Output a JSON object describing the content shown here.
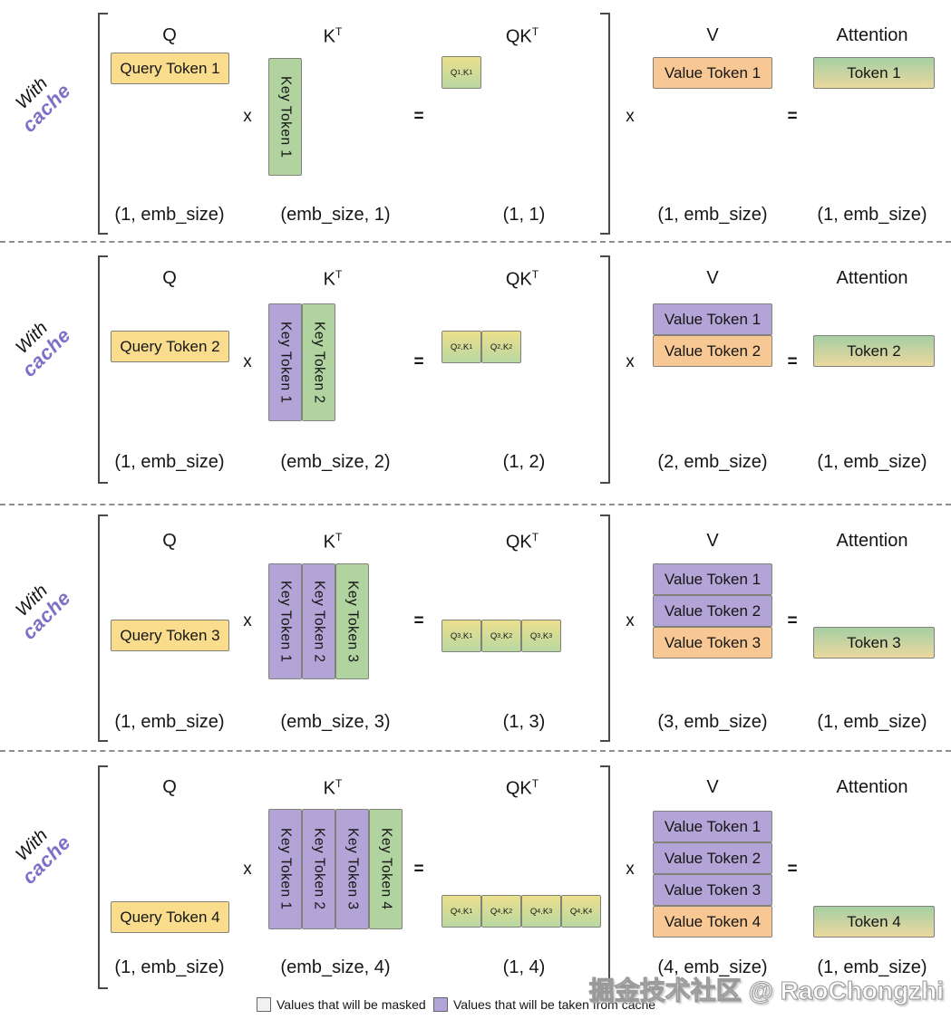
{
  "watermark": {
    "text": "掘金技术社区 @ RaoChongzhi"
  },
  "legend": {
    "masked_label": "Values that will be masked",
    "cache_label": "Values that will be taken from cache"
  },
  "colors": {
    "query_fill": "#f9dd8d",
    "key_new_fill": "#b0d3a0",
    "cached_fill": "#b2a4d6",
    "value_new_fill": "#f8c894",
    "qk_gradient_top": "#ebdf8c",
    "qk_gradient_bottom": "#b9d8a1",
    "attn_gradient_top": "#a5cfa3",
    "attn_gradient_bottom": "#ecd89f",
    "masked_fill": "#f1f1ef",
    "cache_text": "#7e6fc8",
    "box_border": "#82827a"
  },
  "rows": [
    {
      "side_label_line1": "With",
      "side_label_line2": "cache",
      "headers": {
        "q": "Q",
        "kt_base": "K",
        "kt_sup": "T",
        "qkt_base": "QK",
        "qkt_sup": "T",
        "v": "V",
        "attention": "Attention"
      },
      "ops": {
        "times1": "x",
        "equals1": "=",
        "times2": "x",
        "equals2": "="
      },
      "query_label": "Query Token 1",
      "key_tokens": [
        {
          "label": "Key Token 1",
          "cached": false
        }
      ],
      "qk_cells": [
        {
          "q": "Q",
          "q_sub": "1",
          "k": ".K",
          "k_sub": "1"
        }
      ],
      "value_tokens": [
        {
          "label": "Value Token 1",
          "cached": false
        }
      ],
      "attention_label": "Token 1",
      "dims": {
        "q": "(1, emb_size)",
        "kt": "(emb_size, 1)",
        "qkt": "(1, 1)",
        "v": "(1, emb_size)",
        "attention": "(1, emb_size)"
      }
    },
    {
      "side_label_line1": "With",
      "side_label_line2": "cache",
      "headers": {
        "q": "Q",
        "kt_base": "K",
        "kt_sup": "T",
        "qkt_base": "QK",
        "qkt_sup": "T",
        "v": "V",
        "attention": "Attention"
      },
      "ops": {
        "times1": "x",
        "equals1": "=",
        "times2": "x",
        "equals2": "="
      },
      "query_label": "Query Token 2",
      "key_tokens": [
        {
          "label": "Key Token 1",
          "cached": true
        },
        {
          "label": "Key Token 2",
          "cached": false
        }
      ],
      "qk_cells": [
        {
          "q": "Q",
          "q_sub": "2",
          "k": ".K",
          "k_sub": "1"
        },
        {
          "q": "Q",
          "q_sub": "2",
          "k": ".K",
          "k_sub": "2"
        }
      ],
      "value_tokens": [
        {
          "label": "Value Token 1",
          "cached": true
        },
        {
          "label": "Value Token 2",
          "cached": false
        }
      ],
      "attention_label": "Token 2",
      "dims": {
        "q": "(1, emb_size)",
        "kt": "(emb_size, 2)",
        "qkt": "(1, 2)",
        "v": "(2, emb_size)",
        "attention": "(1, emb_size)"
      }
    },
    {
      "side_label_line1": "With",
      "side_label_line2": "cache",
      "headers": {
        "q": "Q",
        "kt_base": "K",
        "kt_sup": "T",
        "qkt_base": "QK",
        "qkt_sup": "T",
        "v": "V",
        "attention": "Attention"
      },
      "ops": {
        "times1": "x",
        "equals1": "=",
        "times2": "x",
        "equals2": "="
      },
      "query_label": "Query Token 3",
      "key_tokens": [
        {
          "label": "Key Token 1",
          "cached": true
        },
        {
          "label": "Key Token 2",
          "cached": true
        },
        {
          "label": "Key Token 3",
          "cached": false
        }
      ],
      "qk_cells": [
        {
          "q": "Q",
          "q_sub": "3",
          "k": ".K",
          "k_sub": "1"
        },
        {
          "q": "Q",
          "q_sub": "3",
          "k": ".K",
          "k_sub": "2"
        },
        {
          "q": "Q",
          "q_sub": "3",
          "k": ".K",
          "k_sub": "3"
        }
      ],
      "value_tokens": [
        {
          "label": "Value Token 1",
          "cached": true
        },
        {
          "label": "Value Token 2",
          "cached": true
        },
        {
          "label": "Value Token 3",
          "cached": false
        }
      ],
      "attention_label": "Token 3",
      "dims": {
        "q": "(1, emb_size)",
        "kt": "(emb_size, 3)",
        "qkt": "(1, 3)",
        "v": "(3, emb_size)",
        "attention": "(1, emb_size)"
      }
    },
    {
      "side_label_line1": "With",
      "side_label_line2": "cache",
      "headers": {
        "q": "Q",
        "kt_base": "K",
        "kt_sup": "T",
        "qkt_base": "QK",
        "qkt_sup": "T",
        "v": "V",
        "attention": "Attention"
      },
      "ops": {
        "times1": "x",
        "equals1": "=",
        "times2": "x",
        "equals2": "="
      },
      "query_label": "Query Token 4",
      "key_tokens": [
        {
          "label": "Key Token 1",
          "cached": true
        },
        {
          "label": "Key Token 2",
          "cached": true
        },
        {
          "label": "Key Token 3",
          "cached": true
        },
        {
          "label": "Key Token 4",
          "cached": false
        }
      ],
      "qk_cells": [
        {
          "q": "Q",
          "q_sub": "4",
          "k": ".K",
          "k_sub": "1"
        },
        {
          "q": "Q",
          "q_sub": "4",
          "k": ".K",
          "k_sub": "2"
        },
        {
          "q": "Q",
          "q_sub": "4",
          "k": ".K",
          "k_sub": "3"
        },
        {
          "q": "Q",
          "q_sub": "4",
          "k": ".K",
          "k_sub": "4"
        }
      ],
      "value_tokens": [
        {
          "label": "Value Token 1",
          "cached": true
        },
        {
          "label": "Value Token 2",
          "cached": true
        },
        {
          "label": "Value Token 3",
          "cached": true
        },
        {
          "label": "Value Token 4",
          "cached": false
        }
      ],
      "attention_label": "Token 4",
      "dims": {
        "q": "(1, emb_size)",
        "kt": "(emb_size, 4)",
        "qkt": "(1, 4)",
        "v": "(4, emb_size)",
        "attention": "(1, emb_size)"
      }
    }
  ]
}
